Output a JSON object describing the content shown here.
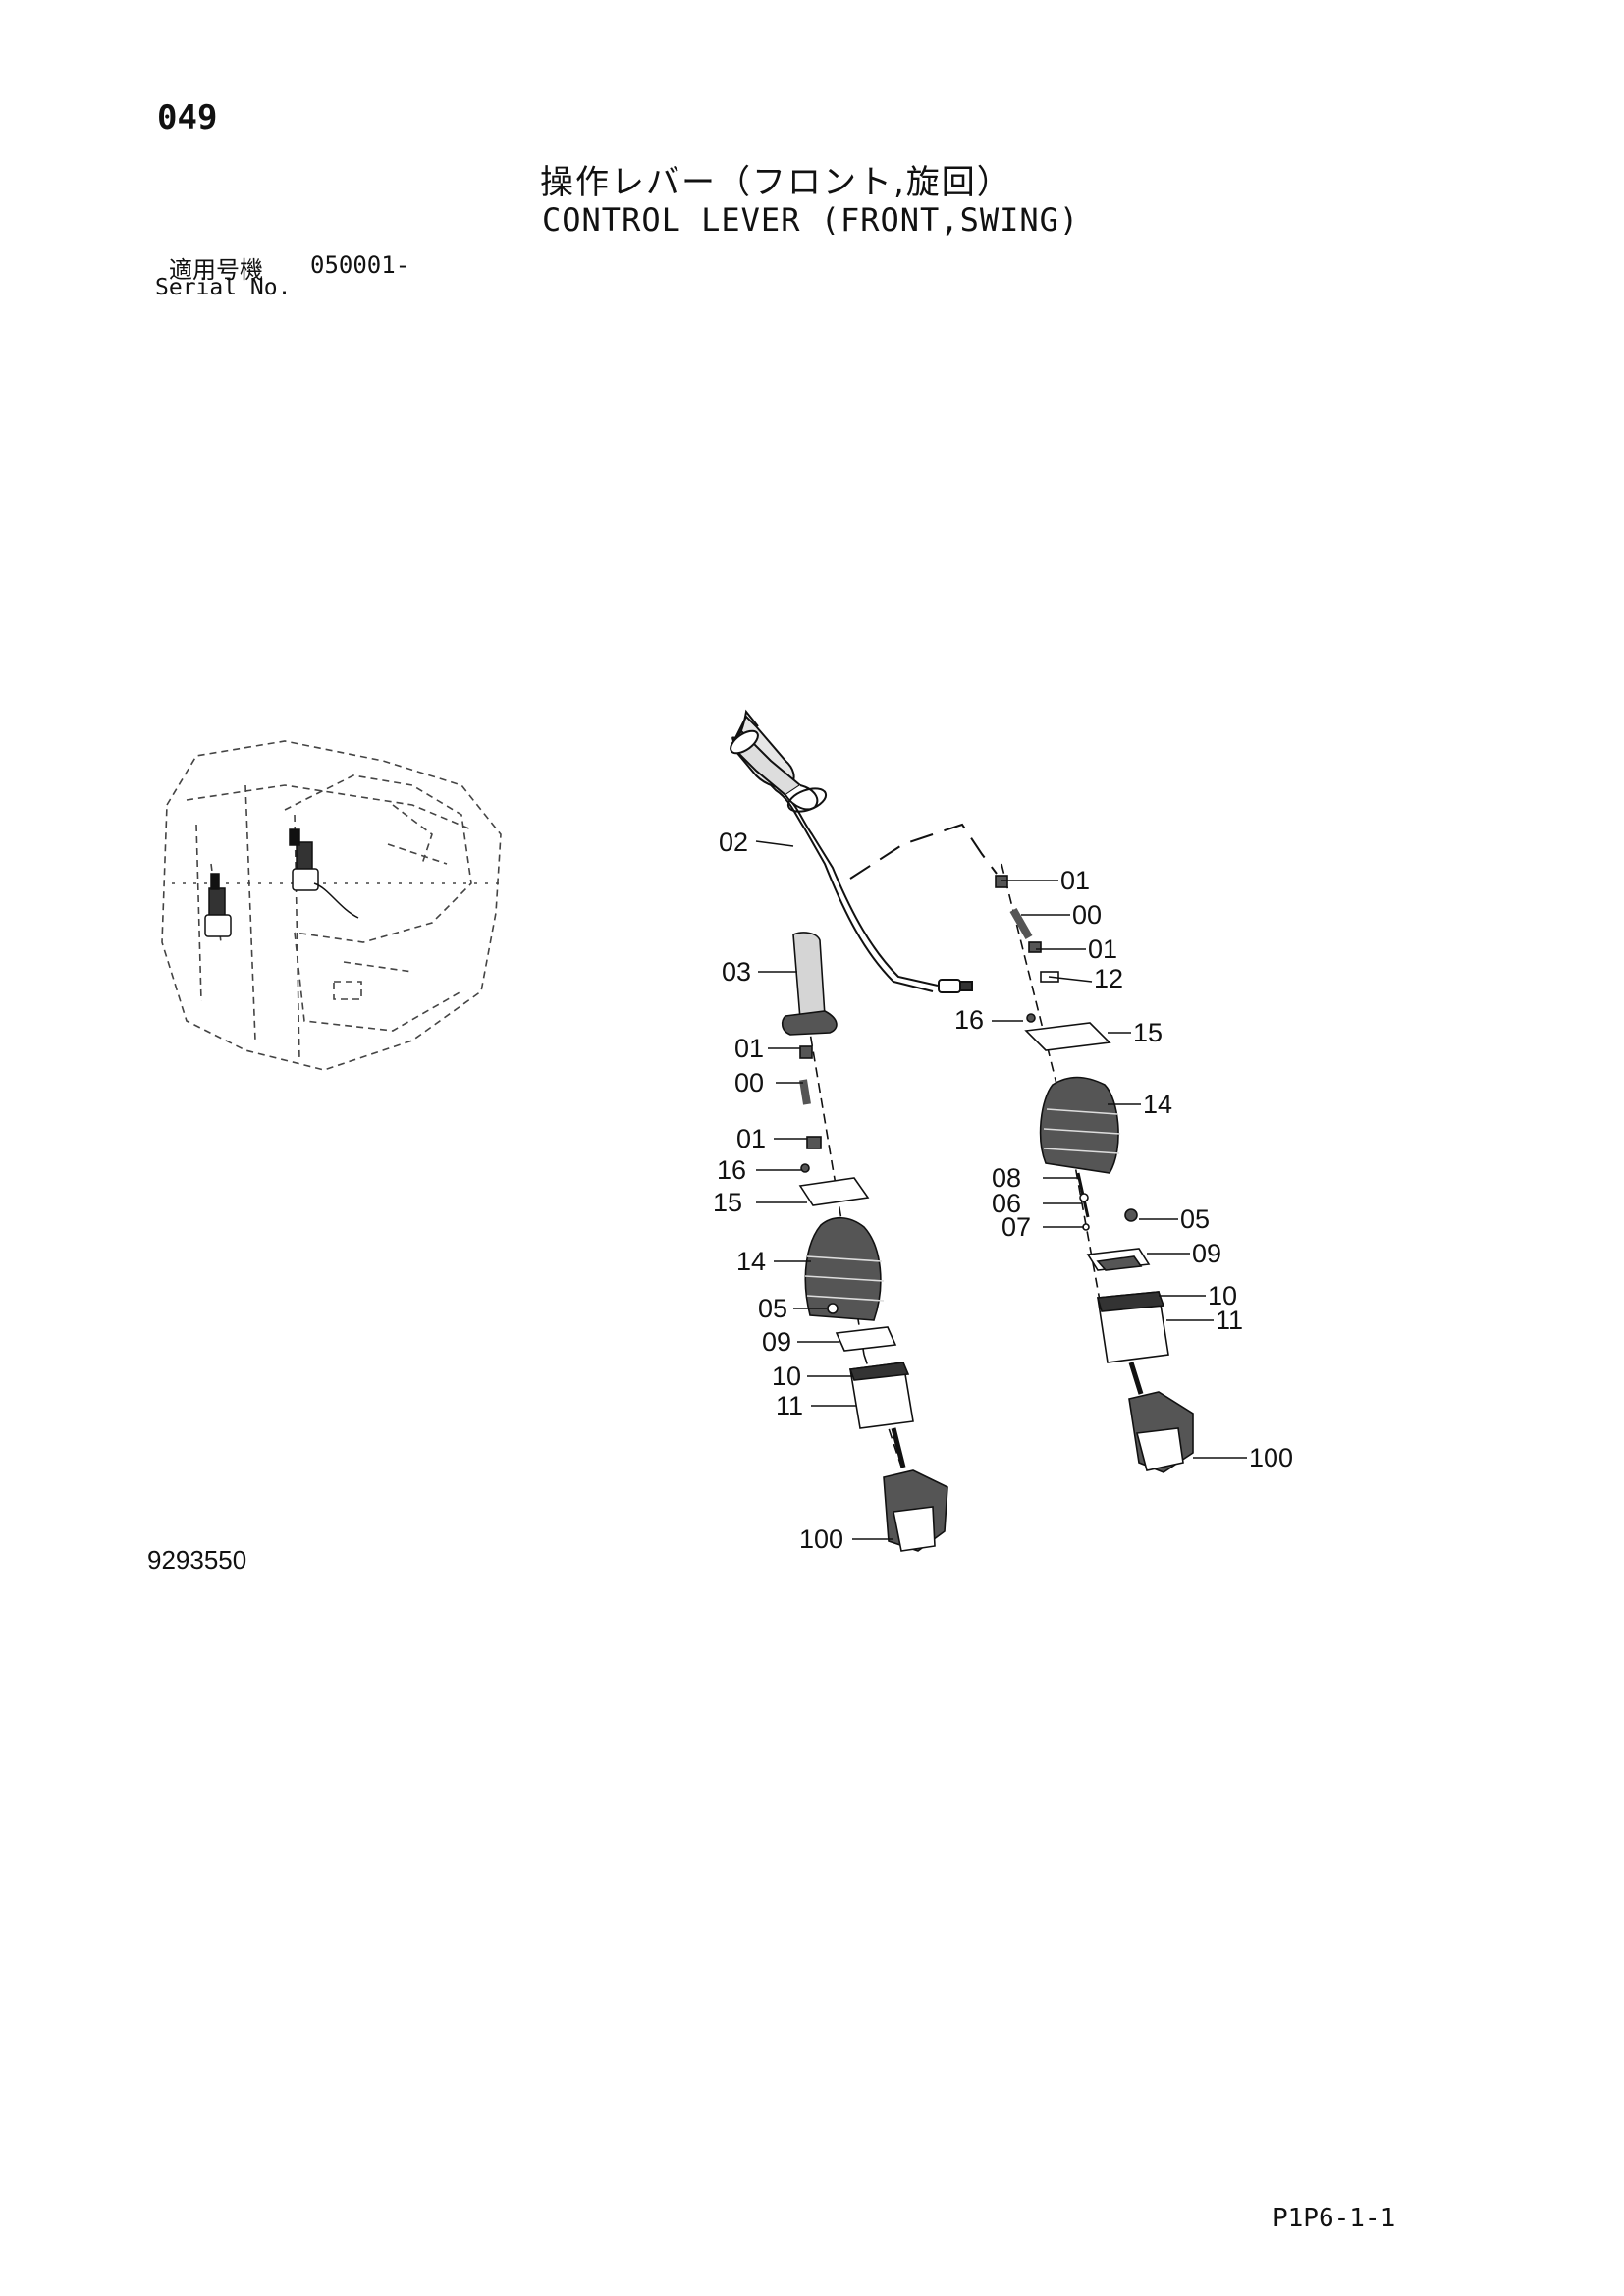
{
  "header": {
    "page_number": "049",
    "title_jp": "操作レバー（フロント,旋回）",
    "title_en": "CONTROL LEVER (FRONT,SWING)",
    "serial_label_jp": "適用号機",
    "serial_value": "050001-",
    "serial_label_en": "Serial No."
  },
  "figure": {
    "number": "9293550",
    "page_ref": "P1P6-1-1"
  },
  "callouts": {
    "right": [
      "02",
      "01",
      "00",
      "01",
      "12",
      "16",
      "15",
      "14",
      "08",
      "06",
      "07",
      "05",
      "09",
      "10",
      "11",
      "100"
    ],
    "left": [
      "03",
      "01",
      "00",
      "01",
      "16",
      "15",
      "14",
      "05",
      "09",
      "10",
      "11",
      "100"
    ]
  },
  "icons": [
    "cab-locator-view",
    "joystick-lever-assembly"
  ]
}
